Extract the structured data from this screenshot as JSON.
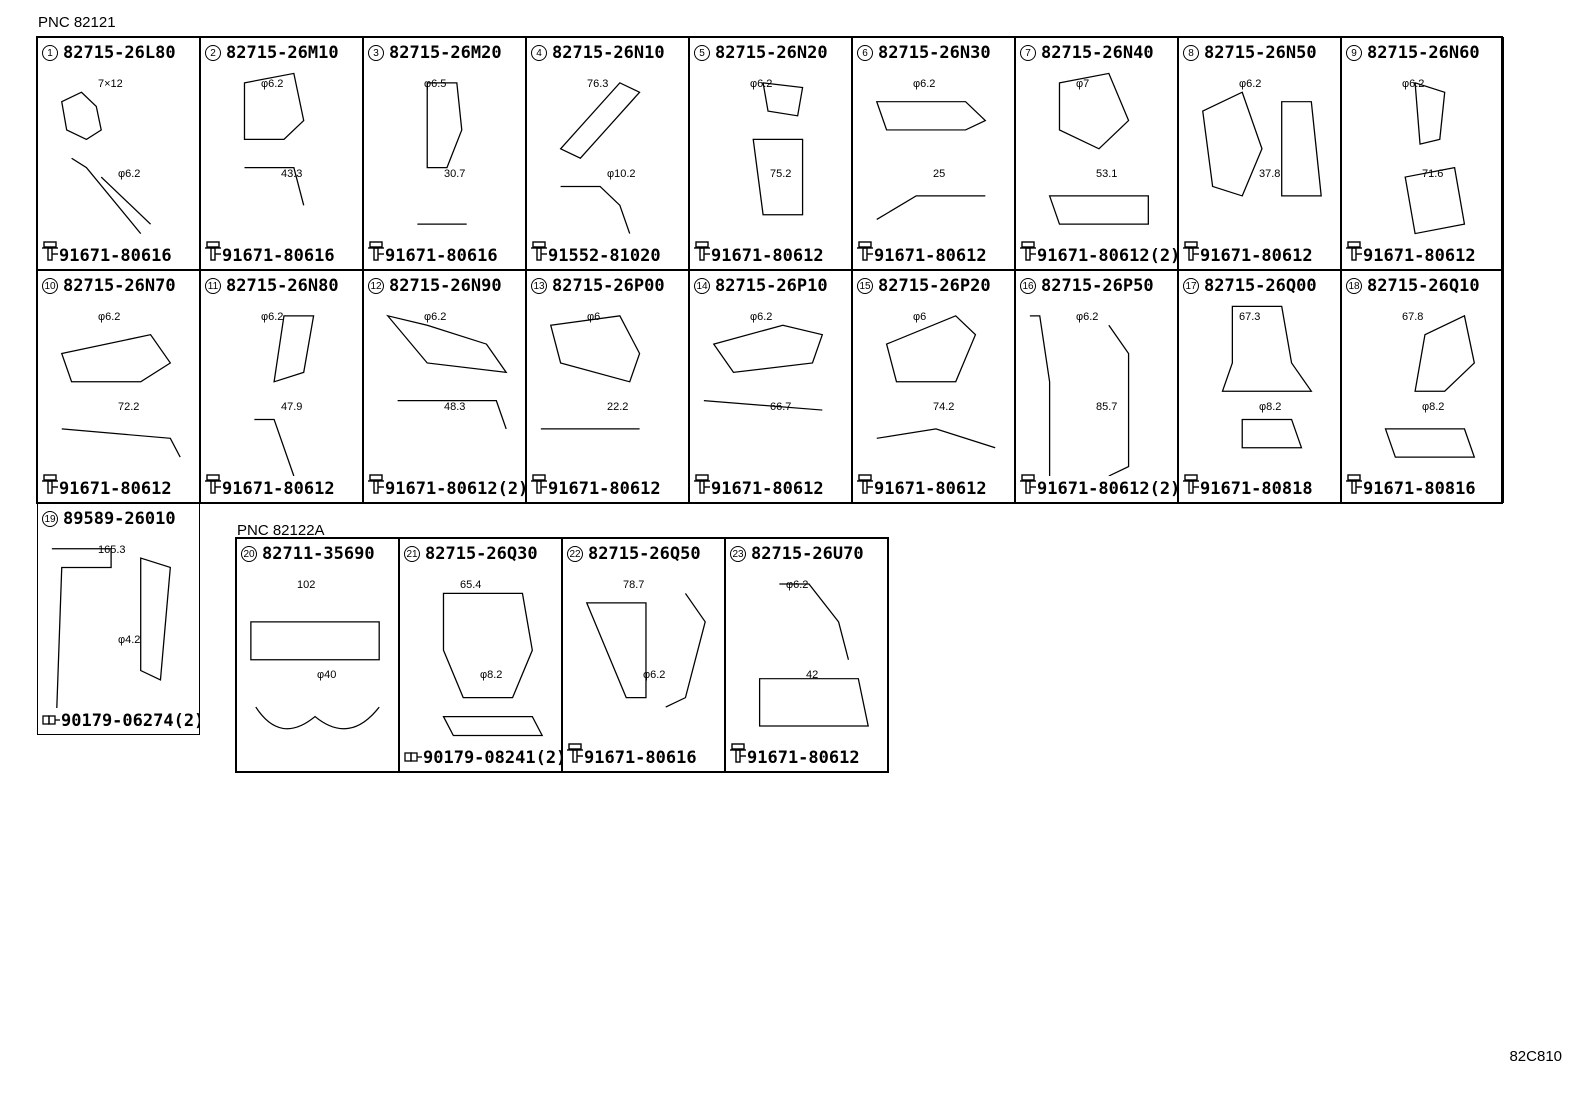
{
  "groups": [
    {
      "pnc": "PNC 82121"
    },
    {
      "pnc": "PNC 82122A"
    }
  ],
  "footer_code": "82C810",
  "items": [
    {
      "no": "1",
      "part": "82715-26L80",
      "fastener": "91671-80616",
      "fastener_type": "bolt",
      "dims": [
        "7×12",
        "φ6.2"
      ]
    },
    {
      "no": "2",
      "part": "82715-26M10",
      "fastener": "91671-80616",
      "fastener_type": "bolt",
      "dims": [
        "φ6.2",
        "43.3"
      ]
    },
    {
      "no": "3",
      "part": "82715-26M20",
      "fastener": "91671-80616",
      "fastener_type": "bolt",
      "dims": [
        "φ6.5",
        "30.7"
      ]
    },
    {
      "no": "4",
      "part": "82715-26N10",
      "fastener": "91552-81020",
      "fastener_type": "bolt",
      "dims": [
        "76.3",
        "φ10.2"
      ]
    },
    {
      "no": "5",
      "part": "82715-26N20",
      "fastener": "91671-80612",
      "fastener_type": "bolt",
      "dims": [
        "φ6.2",
        "75.2"
      ]
    },
    {
      "no": "6",
      "part": "82715-26N30",
      "fastener": "91671-80612",
      "fastener_type": "bolt",
      "dims": [
        "φ6.2",
        "25"
      ]
    },
    {
      "no": "7",
      "part": "82715-26N40",
      "fastener": "91671-80612(2)",
      "fastener_type": "bolt",
      "dims": [
        "φ7",
        "53.1"
      ]
    },
    {
      "no": "8",
      "part": "82715-26N50",
      "fastener": "91671-80612",
      "fastener_type": "bolt",
      "dims": [
        "φ6.2",
        "37.8"
      ]
    },
    {
      "no": "9",
      "part": "82715-26N60",
      "fastener": "91671-80612",
      "fastener_type": "bolt",
      "dims": [
        "φ6.2",
        "71.6"
      ]
    },
    {
      "no": "10",
      "part": "82715-26N70",
      "fastener": "91671-80612",
      "fastener_type": "bolt",
      "dims": [
        "φ6.2",
        "72.2"
      ]
    },
    {
      "no": "11",
      "part": "82715-26N80",
      "fastener": "91671-80612",
      "fastener_type": "bolt",
      "dims": [
        "φ6.2",
        "47.9"
      ]
    },
    {
      "no": "12",
      "part": "82715-26N90",
      "fastener": "91671-80612(2)",
      "fastener_type": "bolt",
      "dims": [
        "φ6.2",
        "48.3"
      ]
    },
    {
      "no": "13",
      "part": "82715-26P00",
      "fastener": "91671-80612",
      "fastener_type": "bolt",
      "dims": [
        "φ6",
        "22.2"
      ]
    },
    {
      "no": "14",
      "part": "82715-26P10",
      "fastener": "91671-80612",
      "fastener_type": "bolt",
      "dims": [
        "φ6.2",
        "66.7"
      ]
    },
    {
      "no": "15",
      "part": "82715-26P20",
      "fastener": "91671-80612",
      "fastener_type": "bolt",
      "dims": [
        "φ6",
        "74.2"
      ]
    },
    {
      "no": "16",
      "part": "82715-26P50",
      "fastener": "91671-80612(2)",
      "fastener_type": "bolt",
      "dims": [
        "φ6.2",
        "85.7"
      ]
    },
    {
      "no": "17",
      "part": "82715-26Q00",
      "fastener": "91671-80818",
      "fastener_type": "bolt",
      "dims": [
        "67.3",
        "φ8.2"
      ]
    },
    {
      "no": "18",
      "part": "82715-26Q10",
      "fastener": "91671-80816",
      "fastener_type": "bolt",
      "dims": [
        "67.8",
        "φ8.2"
      ]
    },
    {
      "no": "19",
      "part": "89589-26010",
      "fastener": "90179-06274(2)",
      "fastener_type": "nut",
      "dims": [
        "165.3",
        "φ4.2"
      ]
    },
    {
      "no": "20",
      "part": "82711-35690",
      "fastener": "",
      "fastener_type": "none",
      "dims": [
        "102",
        "φ40"
      ]
    },
    {
      "no": "21",
      "part": "82715-26Q30",
      "fastener": "90179-08241(2)",
      "fastener_type": "nut",
      "dims": [
        "65.4",
        "φ8.2"
      ]
    },
    {
      "no": "22",
      "part": "82715-26Q50",
      "fastener": "91671-80616",
      "fastener_type": "bolt",
      "dims": [
        "78.7",
        "φ6.2"
      ]
    },
    {
      "no": "23",
      "part": "82715-26U70",
      "fastener": "91671-80612",
      "fastener_type": "bolt",
      "dims": [
        "φ6.2",
        "42"
      ]
    }
  ]
}
